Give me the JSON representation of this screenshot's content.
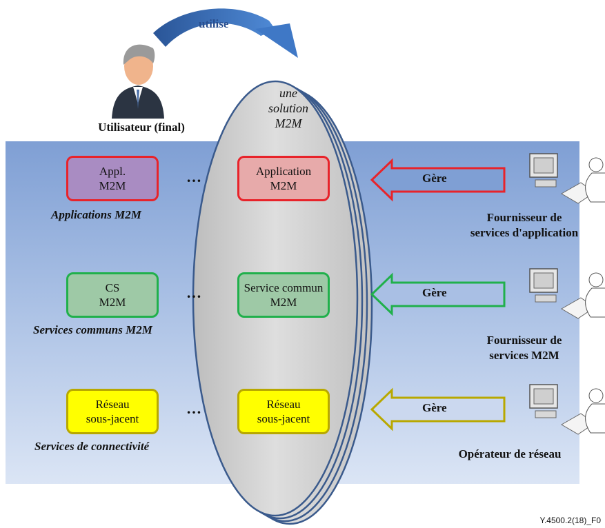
{
  "user": {
    "label": "Utilisateur (final)",
    "icon": "businessman-icon"
  },
  "uses_label": "utilise",
  "solution": {
    "label": "une\nsolution\nM2M"
  },
  "left_column": [
    {
      "box": "Appl.\nM2M",
      "caption": "Applications M2M",
      "color": "#e8232a",
      "fill": "#a98cc2"
    },
    {
      "box": "CS\nM2M",
      "caption": "Services communs  M2M",
      "color": "#20b04b",
      "fill": "#9ec9a6"
    },
    {
      "box": "Réseau\nsous-jacent",
      "caption": "Services de connectivité",
      "color": "#b8a800",
      "fill": "#ffff00"
    }
  ],
  "center_column": [
    {
      "box": "Application\nM2M",
      "fill": "#e7aaaa"
    },
    {
      "box": "Service commun\nM2M",
      "fill": "#9ec9a6"
    },
    {
      "box": "Réseau\nsous-jacent",
      "fill": "#ffff00"
    }
  ],
  "dots": "…",
  "manages": [
    {
      "label": "Gère",
      "arrow_color": "#e8232a"
    },
    {
      "label": "Gère",
      "arrow_color": "#20b04b"
    },
    {
      "label": "Gère",
      "arrow_color": "#b8a800"
    }
  ],
  "providers": [
    {
      "label": "Fournisseur de\nservices d'application",
      "icon": "computer-user-icon"
    },
    {
      "label": "Fournisseur de\nservices M2M",
      "icon": "computer-user-icon"
    },
    {
      "label": "Opérateur de réseau",
      "icon": "computer-user-icon"
    }
  ],
  "figure_id": "Y.4500.2(18)_F0"
}
